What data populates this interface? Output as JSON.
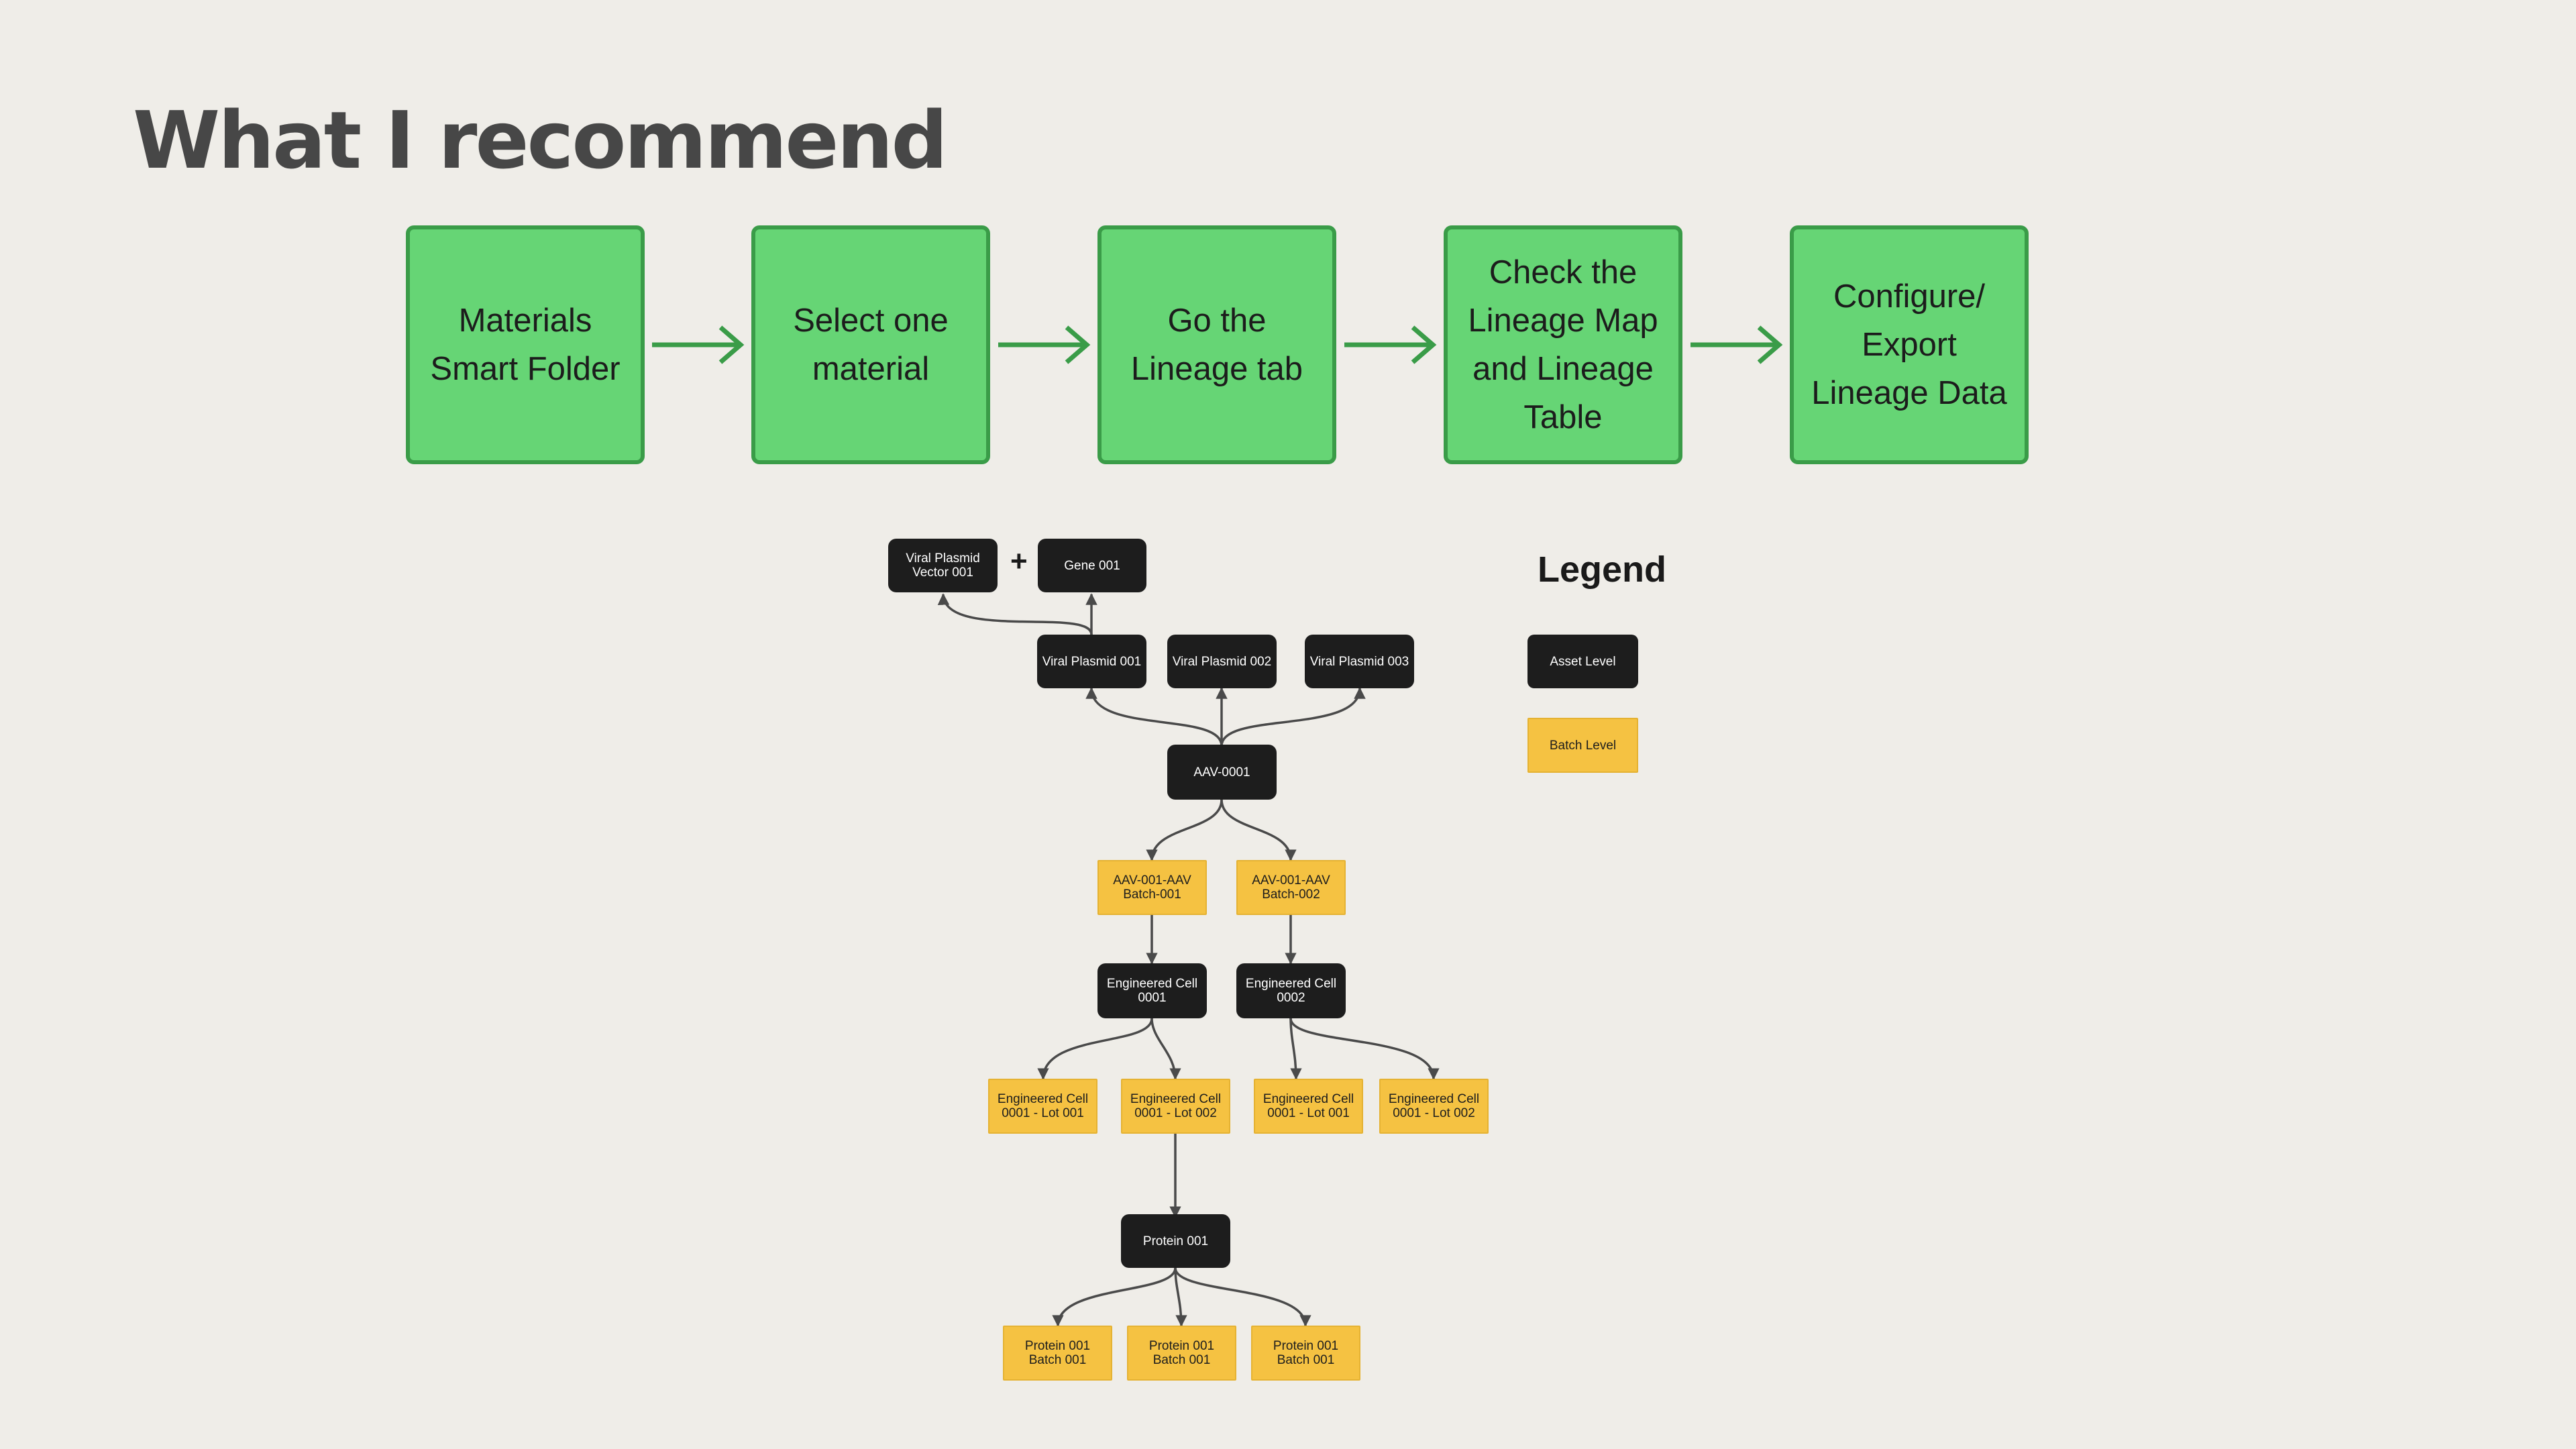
{
  "title": "What I recommend",
  "flow_steps": [
    "Materials Smart Folder",
    "Select one material",
    "Go the Lineage tab",
    "Check the Lineage Map and Lineage Table",
    "Configure/ Export Lineage Data"
  ],
  "legend": {
    "title": "Legend",
    "asset_label": "Asset Level",
    "batch_label": "Batch Level"
  },
  "plus_sign": "+",
  "nodes": {
    "viral_plasmid_vector_001": "Viral Plasmid Vector 001",
    "gene_001": "Gene 001",
    "viral_plasmid_001": "Viral Plasmid 001",
    "viral_plasmid_002": "Viral Plasmid 002",
    "viral_plasmid_003": "Viral Plasmid 003",
    "aav_0001": "AAV-0001",
    "aav_batch_001": "AAV-001-AAV Batch-001",
    "aav_batch_002": "AAV-001-AAV Batch-002",
    "engineered_cell_0001": "Engineered Cell 0001",
    "engineered_cell_0002": "Engineered Cell 0002",
    "ec1_lot_001": "Engineered Cell 0001 - Lot 001",
    "ec1_lot_002": "Engineered Cell 0001 - Lot 002",
    "ec2_lot_001": "Engineered Cell 0001 - Lot 001",
    "ec2_lot_002": "Engineered Cell 0001 - Lot 002",
    "protein_001": "Protein 001",
    "protein_batch_a": "Protein 001 Batch 001",
    "protein_batch_b": "Protein 001 Batch 001",
    "protein_batch_c": "Protein 001 Batch 001"
  },
  "colors": {
    "flow_fill": "#66d575",
    "flow_border": "#3a9c48",
    "asset_fill": "#1d1d1d",
    "batch_fill": "#f5c242",
    "edge": "#4a4a4a"
  }
}
